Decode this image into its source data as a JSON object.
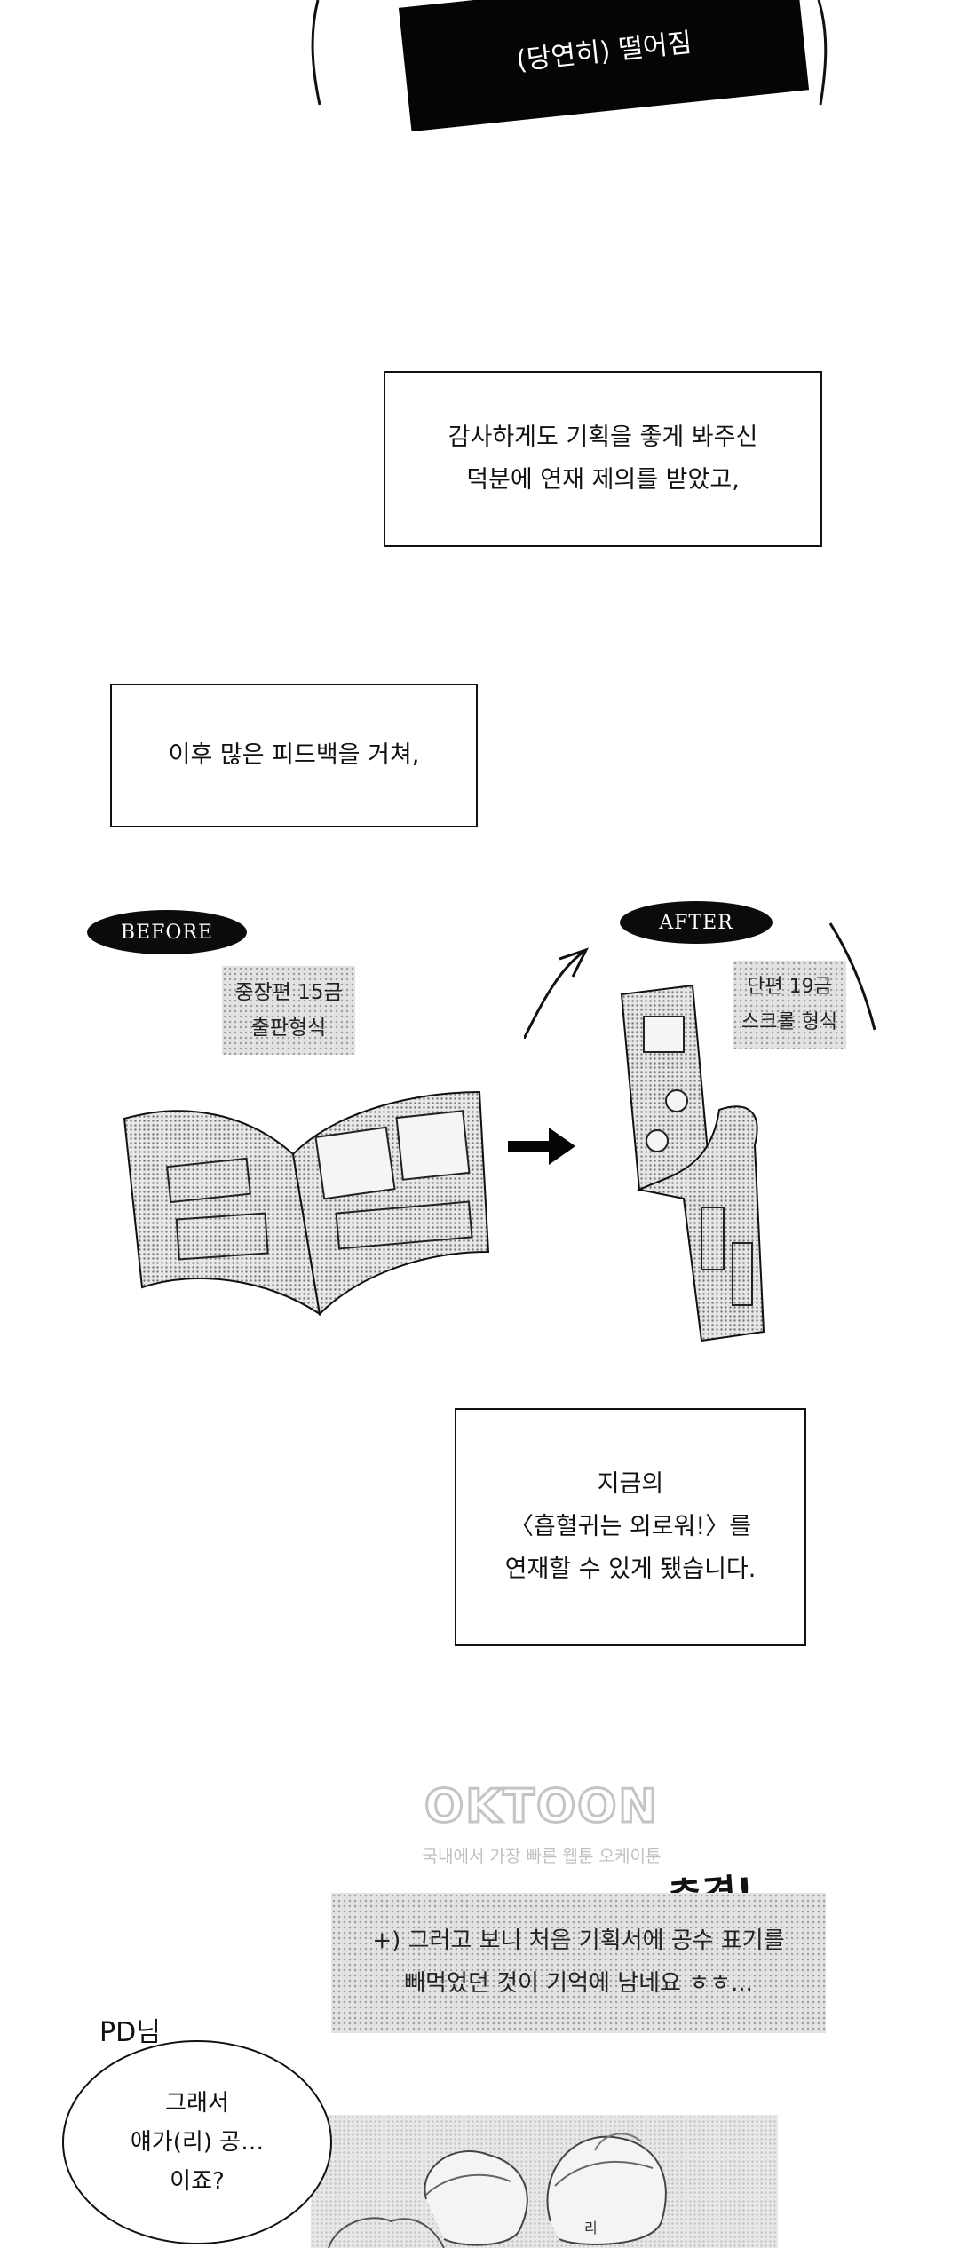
{
  "top_banner": {
    "text": "(당연히) 떨어짐"
  },
  "caption_1": {
    "lines": [
      "감사하게도 기획을 좋게 봐주신",
      "덕분에 연재 제의를 받았고,"
    ]
  },
  "caption_2": {
    "text": "이후 많은 피드백을 거쳐,"
  },
  "before": {
    "label": "BEFORE",
    "note": [
      "중장편 15금",
      "출판형식"
    ]
  },
  "after": {
    "label": "AFTER",
    "note": [
      "단편 19금",
      "스크롤 형식"
    ]
  },
  "caption_3": {
    "lines": [
      "지금의",
      "〈흡혈귀는 외로워!〉를",
      "연재할 수 있게 됐습니다."
    ]
  },
  "watermark": {
    "brand": "OKTOON",
    "tagline": "국내에서 가장 빠른 웹툰 오케이툰"
  },
  "shock": {
    "text": "충격!"
  },
  "ps_note": {
    "lines": [
      "+) 그러고 보니 처음 기획서에 공수 표기를",
      "빼먹었던 것이 기억에 남네요 ㅎㅎ..."
    ]
  },
  "speech": {
    "speaker": "PD님",
    "lines": [
      "그래서",
      "얘가(리) 공…",
      "이죠?"
    ]
  },
  "sketch_label": {
    "text": "리"
  },
  "colors": {
    "ink": "#111111",
    "screentone": "#e2e2e2",
    "watermark": "#c8c8c8"
  }
}
